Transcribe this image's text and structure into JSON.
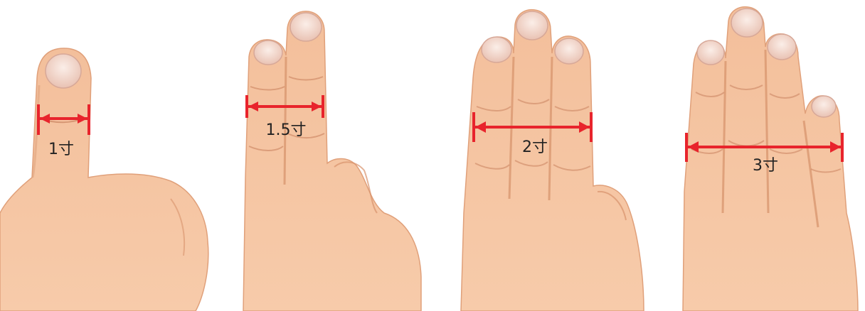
{
  "panels": [
    {
      "id": "one-finger",
      "label": "1寸"
    },
    {
      "id": "two-fingers",
      "label": "1.5寸"
    },
    {
      "id": "three-fingers",
      "label": "2寸"
    },
    {
      "id": "four-fingers",
      "label": "3寸"
    }
  ],
  "colors": {
    "skin_light": "#f7c9a6",
    "skin_mid": "#eeb48f",
    "skin_shadow": "#d9936c",
    "crease": "#c9825f",
    "nail": "#f3dbd0",
    "nail_edge": "#e2b7a7",
    "measure": "#e8242c",
    "label_text": "#222222",
    "background": "#ffffff"
  }
}
